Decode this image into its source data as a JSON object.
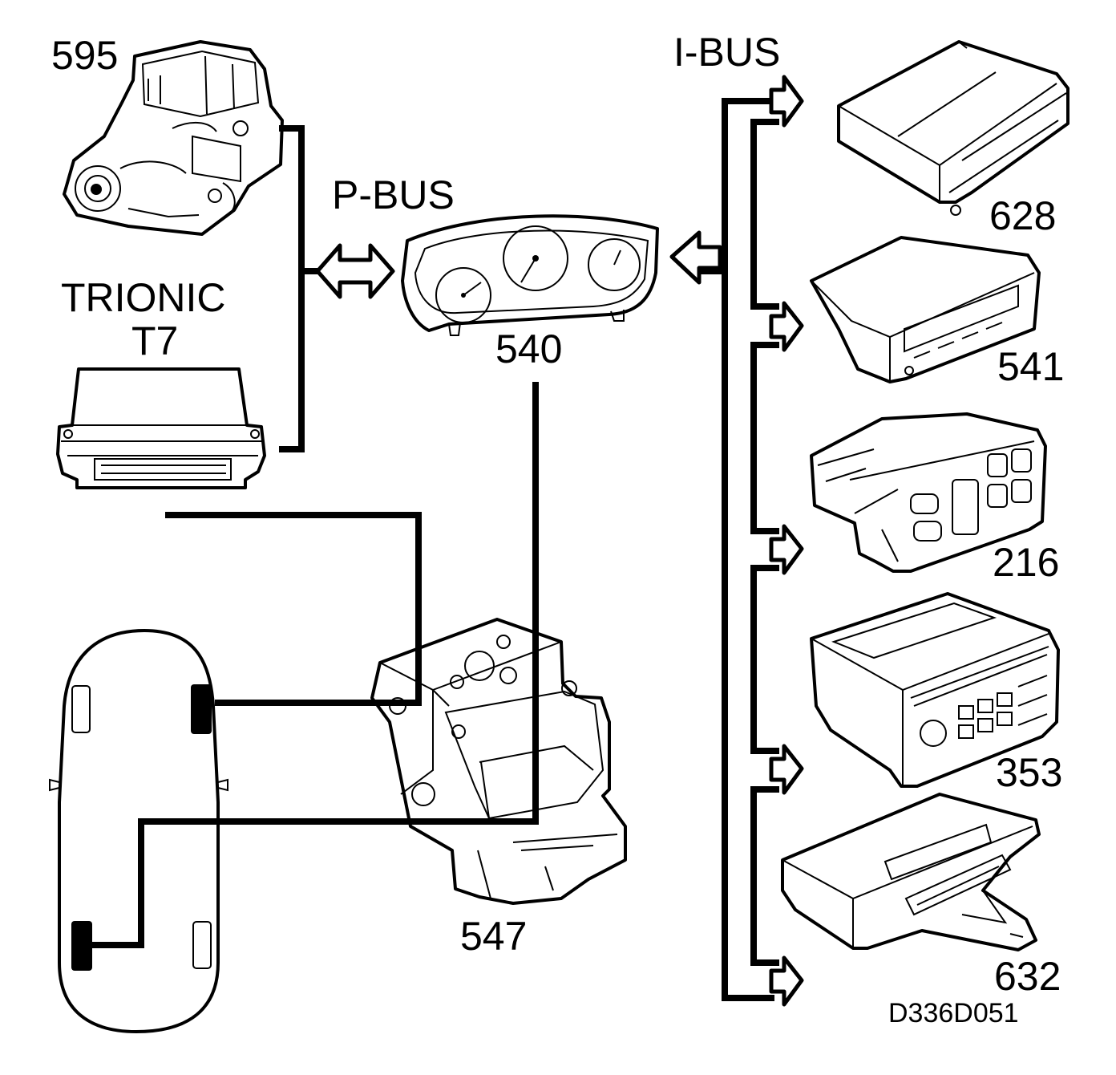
{
  "colors": {
    "line": "#000000",
    "background": "#ffffff"
  },
  "buses": {
    "p_bus": "P-BUS",
    "i_bus": "I-BUS"
  },
  "trionic": {
    "line1": "TRIONIC",
    "line2": "T7"
  },
  "components": {
    "c595": "595",
    "c540": "540",
    "c547": "547",
    "c628": "628",
    "c541": "541",
    "c216": "216",
    "c353": "353",
    "c632": "632"
  },
  "figure_code": "D336D051"
}
